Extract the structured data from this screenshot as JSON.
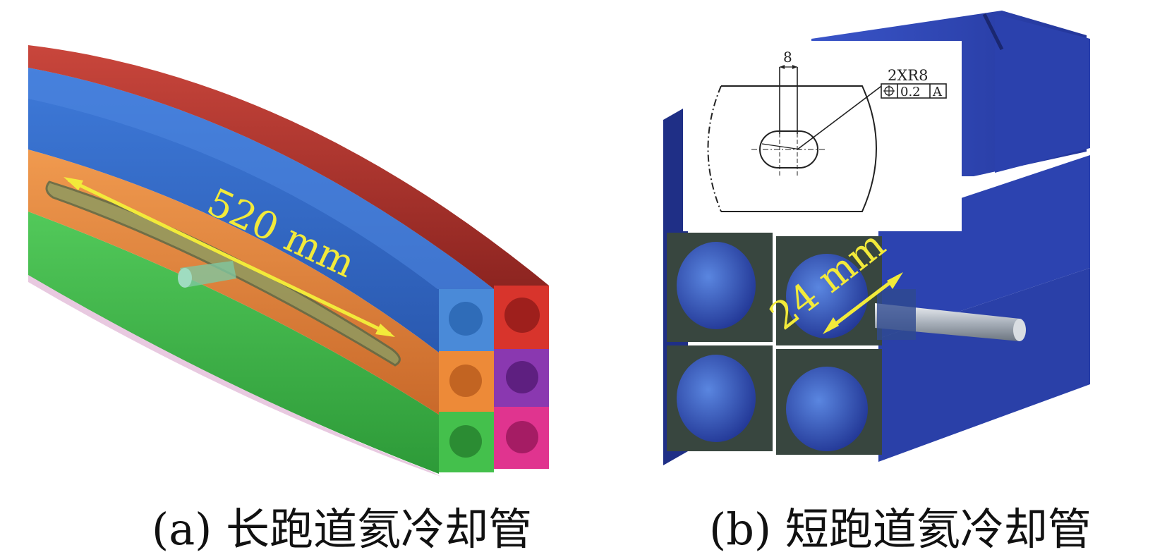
{
  "captions": {
    "a": "(a) 长跑道氦冷却管",
    "b": "(b) 短跑道氦冷却管"
  },
  "dimensions": {
    "long_length": "520 mm",
    "short_diameter": "24 mm"
  },
  "drawing": {
    "slot_width": "8",
    "radius_note": "2XR8",
    "tolerance_value": "0.2",
    "datum": "A"
  },
  "colors": {
    "dimension_arrow": "#f2ea3a",
    "red_layer": "#b8352e",
    "blue_layer": "#3b6fcf",
    "orange_layer": "#e9843a",
    "green_layer": "#3eb94a",
    "purple_block": "#8a38b0",
    "magenta_block": "#e0348f",
    "short_block": "#2d45b8"
  }
}
